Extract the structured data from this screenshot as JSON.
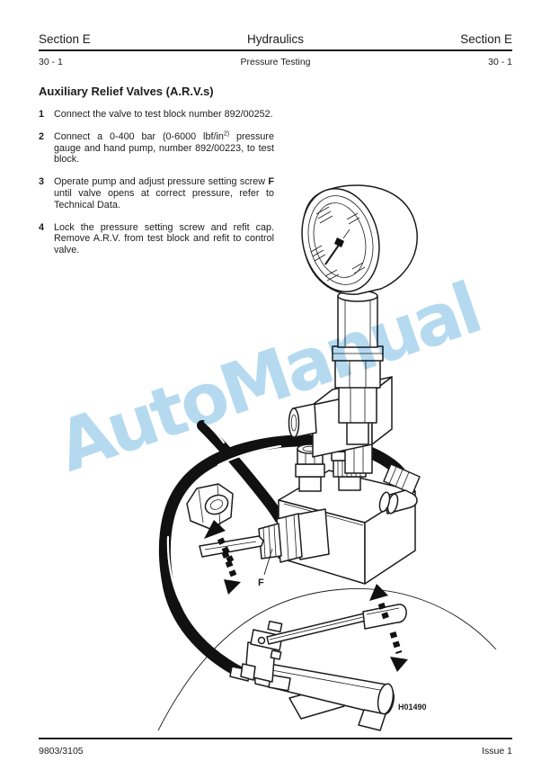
{
  "document": {
    "header": {
      "section_left": "Section E",
      "title_center": "Hydraulics",
      "section_right": "Section E",
      "page_left": "30 - 1",
      "subtitle_center": "Pressure Testing",
      "page_right": "30 - 1"
    },
    "body": {
      "heading": "Auxiliary Relief Valves (A.R.V.s)",
      "steps": [
        {
          "num": "1",
          "pre": "Connect the valve to test block number 892/00252.",
          "sup": "",
          "bold": "",
          "post": ""
        },
        {
          "num": "2",
          "pre": "Connect a 0-400 bar (0-6000 lbf/in",
          "sup": "2)",
          "bold": "",
          "post": " pressure gauge and hand pump, number 892/00223, to test block."
        },
        {
          "num": "3",
          "pre": "Operate pump and adjust pressure setting screw ",
          "sup": "",
          "bold": "F",
          "post": " until valve opens at correct pressure, refer to Technical Data."
        },
        {
          "num": "4",
          "pre": "Lock the pressure setting screw and refit cap. Remove A.R.V. from test block and refit to control valve.",
          "sup": "",
          "bold": "",
          "post": ""
        }
      ]
    },
    "figure": {
      "part_label": "F",
      "figure_code": "H01490"
    },
    "watermark": {
      "text": "AutoManual",
      "color": "#b5daf0"
    },
    "footer": {
      "left": "9803/3105",
      "right": "Issue 1"
    },
    "colors": {
      "ink": "#1c1c1c",
      "paper": "#ffffff"
    }
  }
}
